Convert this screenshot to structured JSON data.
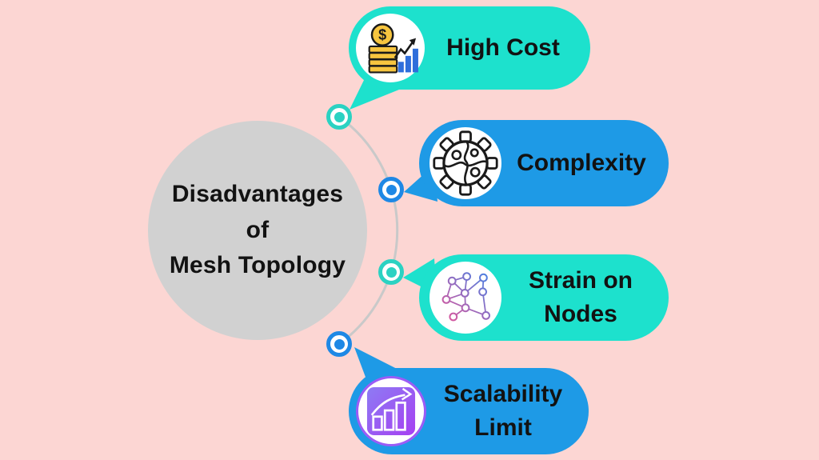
{
  "background_color": "#fcd6d3",
  "center_circle": {
    "title": "Disadvantages\nof\nMesh Topology",
    "fill": "#d1d1d1",
    "text_color": "#121212"
  },
  "connector": {
    "arc_color": "#c9c9c9"
  },
  "items": [
    {
      "id": "high-cost",
      "label": "High Cost",
      "bubble_color": "#1de1cd",
      "marker_color": "#2bd2c2",
      "icon": "coin-chart-icon"
    },
    {
      "id": "complexity",
      "label": "Complexity",
      "bubble_color": "#1e9ae6",
      "marker_color": "#1e88e5",
      "icon": "gear-puzzle-icon"
    },
    {
      "id": "strain-on-nodes",
      "label": "Strain on Nodes",
      "bubble_color": "#1de1cd",
      "marker_color": "#2bd2c2",
      "icon": "network-nodes-icon"
    },
    {
      "id": "scalability-limit",
      "label": "Scalability Limit",
      "bubble_color": "#1e9ae6",
      "marker_color": "#1e88e5",
      "icon": "growth-chart-icon"
    }
  ],
  "icon_details": {
    "dollar_symbol": "$",
    "coin_fill": "#f7c53f",
    "bar_fill": "#2e6edb",
    "outline": "#1a1a1a",
    "network_gradient": [
      "#e0569b",
      "#4f7fe0"
    ],
    "square_gradient": [
      "#8d7cf3",
      "#a63ff2"
    ],
    "ring_color": "#9b5cf6",
    "chart_white": "#ffffff"
  }
}
